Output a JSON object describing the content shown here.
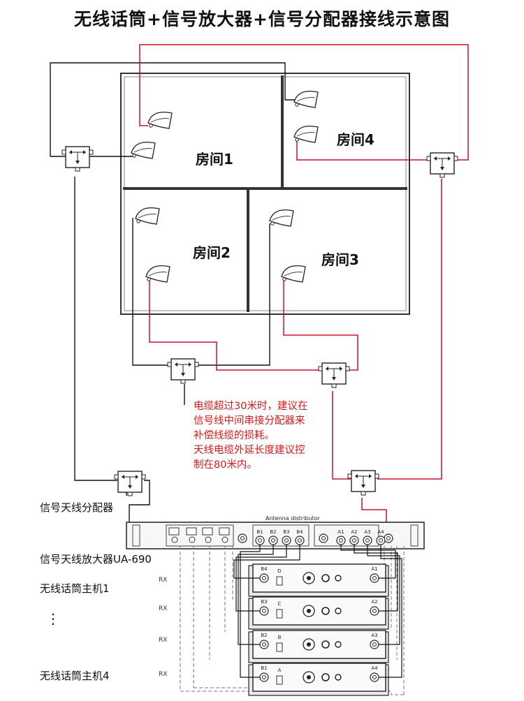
{
  "title": "无线话筒+信号放大器+信号分配器接线示意图",
  "rooms": [
    "房间1",
    "房间4",
    "房间2",
    "房间3"
  ],
  "note_lines": [
    "电缆超过30米时，建议在",
    "信号线中间串接分配器来",
    "补偿线缆的损耗。",
    "天线电缆外延长度建议控",
    "制在80米内。"
  ],
  "labels": {
    "distributor": "信号天线分配器",
    "amplifier": "信号天线放大器UA-690",
    "receiver1": "无线话筒主机1",
    "receiver4": "无线话筒主机4",
    "dots": "⋮"
  },
  "rack": {
    "header": "Antenna distributor",
    "b_ports": [
      "B1",
      "B2",
      "B3",
      "B4"
    ],
    "a_ports": [
      "A1",
      "A2",
      "A3",
      "A4"
    ]
  },
  "rx_label": "RX",
  "receivers": [
    {
      "left_port": "B4",
      "channel": "D",
      "right_port": "A1"
    },
    {
      "left_port": "B3",
      "channel": "C",
      "right_port": "A2"
    },
    {
      "left_port": "B2",
      "channel": "B",
      "right_port": "A3"
    },
    {
      "left_port": "B1",
      "channel": "A",
      "right_port": "A4"
    }
  ],
  "colors": {
    "red_cable": "#c8102e",
    "black_cable": "#111111",
    "note": "#d31a1a"
  }
}
